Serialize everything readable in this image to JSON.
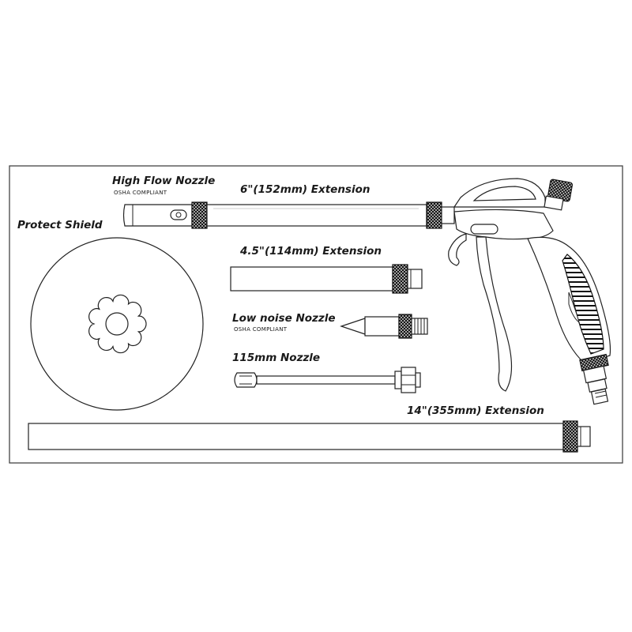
{
  "labels": {
    "high_flow_nozzle": "High Flow Nozzle",
    "high_flow_osha": "OSHA COMPLIANT",
    "ext_6": "6\"(152mm) Extension",
    "protect_shield": "Protect Shield",
    "ext_4_5": "4.5\"(114mm) Extension",
    "low_noise_nozzle": "Low noise Nozzle",
    "low_noise_osha": "OSHA COMPLIANT",
    "nozzle_115": "115mm  Nozzle",
    "ext_14": "14\"(355mm) Extension"
  },
  "colors": {
    "line": "#222222",
    "background": "#ffffff",
    "text": "#1a1a1a"
  }
}
